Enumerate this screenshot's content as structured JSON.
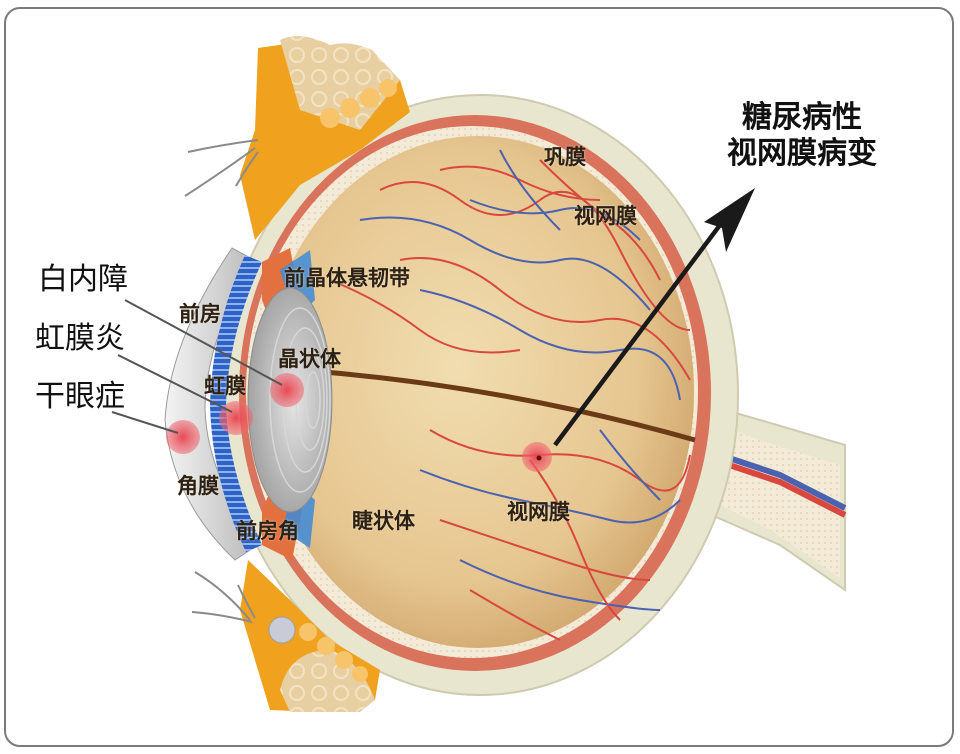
{
  "diagram": {
    "type": "anatomical cross-section of the human eye",
    "colors": {
      "frame_border": "#7a7a7a",
      "sclera": "#e9e6cf",
      "choroid": "#d9735c",
      "retina_bg": "#e6c58f",
      "vitreous": "#e8cc98",
      "eyelid": "#f0a11e",
      "lens": "#b9b9b9",
      "iris": "#3a6fd0",
      "vessel_red": "#d9473e",
      "vessel_blue": "#4a62b0",
      "lesion": "#e8505a",
      "arrow": "#1a1a1a"
    },
    "title": {
      "line1": "糖尿病性",
      "line2": "视网膜病变"
    },
    "disease_labels": {
      "cataract": "白内障",
      "iritis": "虹膜炎",
      "dry_eye": "干眼症"
    },
    "structure_labels": {
      "sclera": "巩膜",
      "retina_top": "视网膜",
      "zonule": "前晶体悬韧带",
      "anterior_chamber": "前房",
      "lens": "晶状体",
      "iris": "虹膜",
      "cornea": "角膜",
      "chamber_angle": "前房角",
      "ciliary_body": "睫状体",
      "retina_bottom": "视网膜"
    }
  }
}
